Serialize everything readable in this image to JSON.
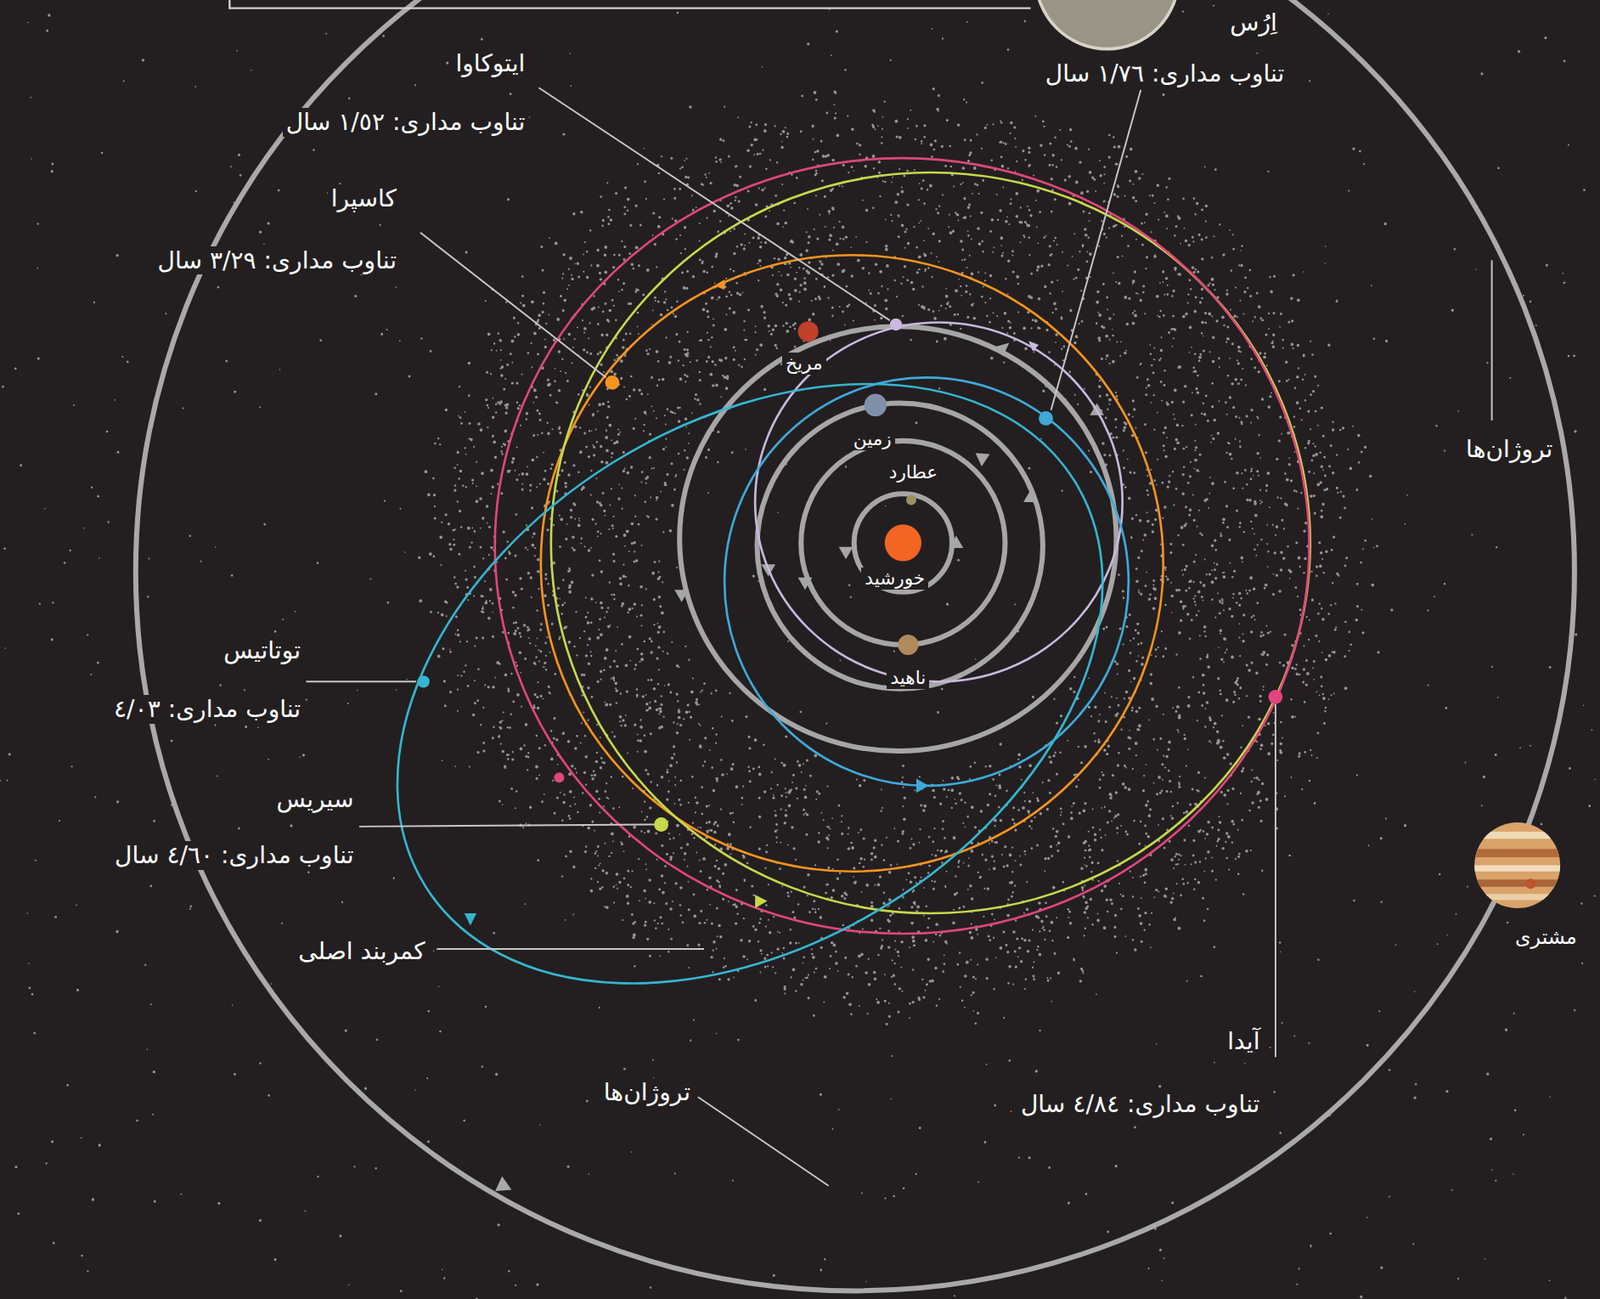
{
  "diagram": {
    "labels": [
      "اِرُس",
      "تناوب مداری: ١/٧٦ سال",
      "ایتوکاوا",
      "تناوب مداری: ١/٥٢ سال",
      "کاسپرا",
      "تناوب مداری: ٣/٢٩ سال",
      "مریخ",
      "زمین",
      "عطارد",
      "خورشید",
      "ناهید",
      "تروژان‌ها",
      "توتاتیس",
      "تناوب مداری: ٤/٠٣",
      "سیریس",
      "تناوب مداری: ٤/٦٠ سال",
      "کمربند اصلی",
      "مشتری",
      "آیدا",
      "تناوب مداری: ٤/٨٤ سال",
      "تروژان‌ها"
    ]
  }
}
